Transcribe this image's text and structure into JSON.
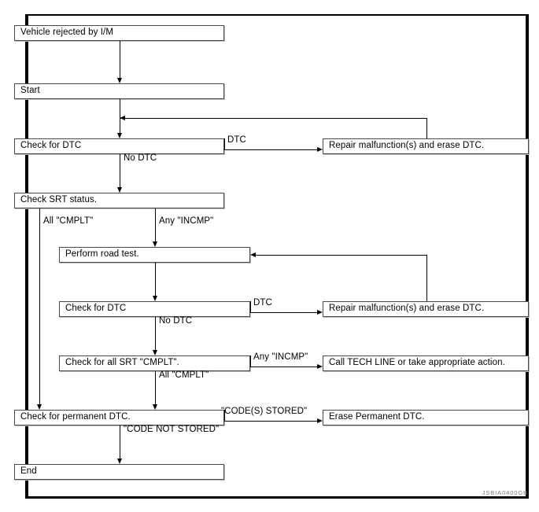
{
  "figure": {
    "id_code": "JSBIA0400GB",
    "type": "flowchart",
    "title": "I/M rejection diagnostic flow"
  },
  "nodes": {
    "vehicle_rejected": "Vehicle rejected by I/M",
    "start": "Start",
    "check_dtc_1": "Check for DTC",
    "repair_1": "Repair malfunction(s) and erase DTC.",
    "check_srt_status": "Check SRT status.",
    "perform_road_test": "Perform road test.",
    "check_dtc_2": "Check for DTC",
    "repair_2": "Repair malfunction(s) and erase DTC.",
    "check_all_srt": "Check for all SRT \"CMPLT\".",
    "call_tech_line": "Call TECH LINE or take appropriate action.",
    "check_permanent_dtc": "Check for permanent DTC.",
    "erase_permanent_dtc": "Erase Permanent DTC.",
    "end": "End"
  },
  "edge_labels": {
    "dtc_1": "DTC",
    "no_dtc_1": "No DTC",
    "all_cmplt_1": "All \"CMPLT\"",
    "any_incmp_1": "Any \"INCMP\"",
    "dtc_2": "DTC",
    "no_dtc_2": "No DTC",
    "any_incmp_2": "Any \"INCMP\"",
    "all_cmplt_2": "All \"CMPLT\"",
    "codes_stored": "\"CODE(S) STORED\"",
    "code_not_stored": "\"CODE NOT STORED\""
  },
  "colors": {
    "line": "#000000",
    "box_border": "#4a4a4a",
    "box_fill": "#ffffff",
    "frame": "#000000",
    "figid": "#7d7d7d"
  }
}
